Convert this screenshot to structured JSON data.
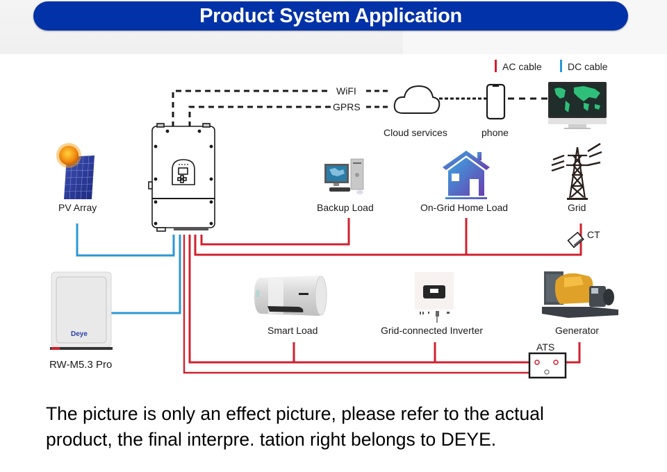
{
  "header": {
    "title": "Product System Application"
  },
  "legend": {
    "items": [
      {
        "label": "AC cable",
        "color": "#d0202e"
      },
      {
        "label": "DC cable",
        "color": "#2a97d4"
      }
    ]
  },
  "communication": {
    "wifi_label": "WiFI",
    "gprs_label": "GPRS",
    "cloud_label": "Cloud services",
    "phone_label": "phone"
  },
  "components": {
    "pv_array": "PV Array",
    "backup_load": "Backup Load",
    "on_grid_home_load": "On-Grid Home Load",
    "grid": "Grid",
    "ct": "CT",
    "battery_model": "RW-M5.3 Pro",
    "battery_brand": "Deye",
    "smart_load": "Smart Load",
    "grid_connected_inverter": "Grid-connected Inverter",
    "generator": "Generator",
    "ats": "ATS"
  },
  "colors": {
    "title_bar": "#0232a8",
    "ac_cable": "#d0202e",
    "dc_cable": "#2a97d4",
    "house_gradient_start": "#3aa6e0",
    "house_gradient_end": "#6a3fb0"
  },
  "disclaimer": {
    "line1": "The picture is only an effect picture, please refer to the actual",
    "line2": "product, the final interpre. tation right belongs to DEYE."
  }
}
